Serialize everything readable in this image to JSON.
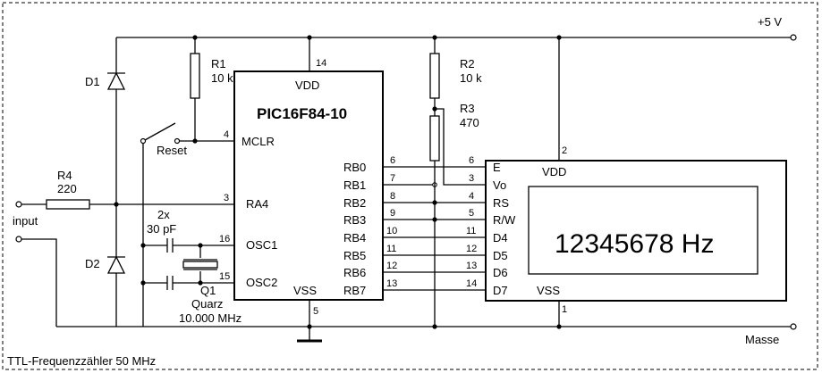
{
  "title": "TTL-Frequenzzähler 50 MHz",
  "supply": {
    "vcc": "+5 V",
    "gnd": "Masse"
  },
  "input": "input",
  "parts": {
    "r1": {
      "ref": "R1",
      "value": "10 k"
    },
    "r2": {
      "ref": "R2",
      "value": "10 k"
    },
    "r3": {
      "ref": "R3",
      "value": "470"
    },
    "r4": {
      "ref": "R4",
      "value": "220"
    },
    "d1": "D1",
    "d2": "D2",
    "reset": "Reset",
    "caps": {
      "count": "2x",
      "value": "30 pF"
    },
    "crystal": {
      "ref": "Q1",
      "type": "Quarz",
      "freq": "10.000 MHz"
    }
  },
  "mcu": {
    "name": "PIC16F84-10",
    "vdd": "VDD",
    "vss": "VSS",
    "vdd_pin": "14",
    "vss_pin": "5",
    "left_pins": [
      {
        "name": "MCLR",
        "num": "4"
      },
      {
        "name": "RA4",
        "num": "3"
      },
      {
        "name": "OSC1",
        "num": "16"
      },
      {
        "name": "OSC2",
        "num": "15"
      }
    ],
    "right_pins": [
      {
        "name": "RB0",
        "num": "6"
      },
      {
        "name": "RB1",
        "num": "7"
      },
      {
        "name": "RB2",
        "num": "8"
      },
      {
        "name": "RB3",
        "num": "9"
      },
      {
        "name": "RB4",
        "num": "10"
      },
      {
        "name": "RB5",
        "num": "11"
      },
      {
        "name": "RB6",
        "num": "12"
      },
      {
        "name": "RB7",
        "num": "13"
      }
    ]
  },
  "lcd": {
    "vdd": "VDD",
    "vss": "VSS",
    "vdd_pin": "2",
    "vss_pin": "1",
    "display_text": "12345678 Hz",
    "pins": [
      {
        "name": "E",
        "num": "6"
      },
      {
        "name": "Vo",
        "num": "3"
      },
      {
        "name": "RS",
        "num": "4"
      },
      {
        "name": "R/W",
        "num": "5"
      },
      {
        "name": "D4",
        "num": "11"
      },
      {
        "name": "D5",
        "num": "12"
      },
      {
        "name": "D6",
        "num": "13"
      },
      {
        "name": "D7",
        "num": "14"
      }
    ]
  }
}
